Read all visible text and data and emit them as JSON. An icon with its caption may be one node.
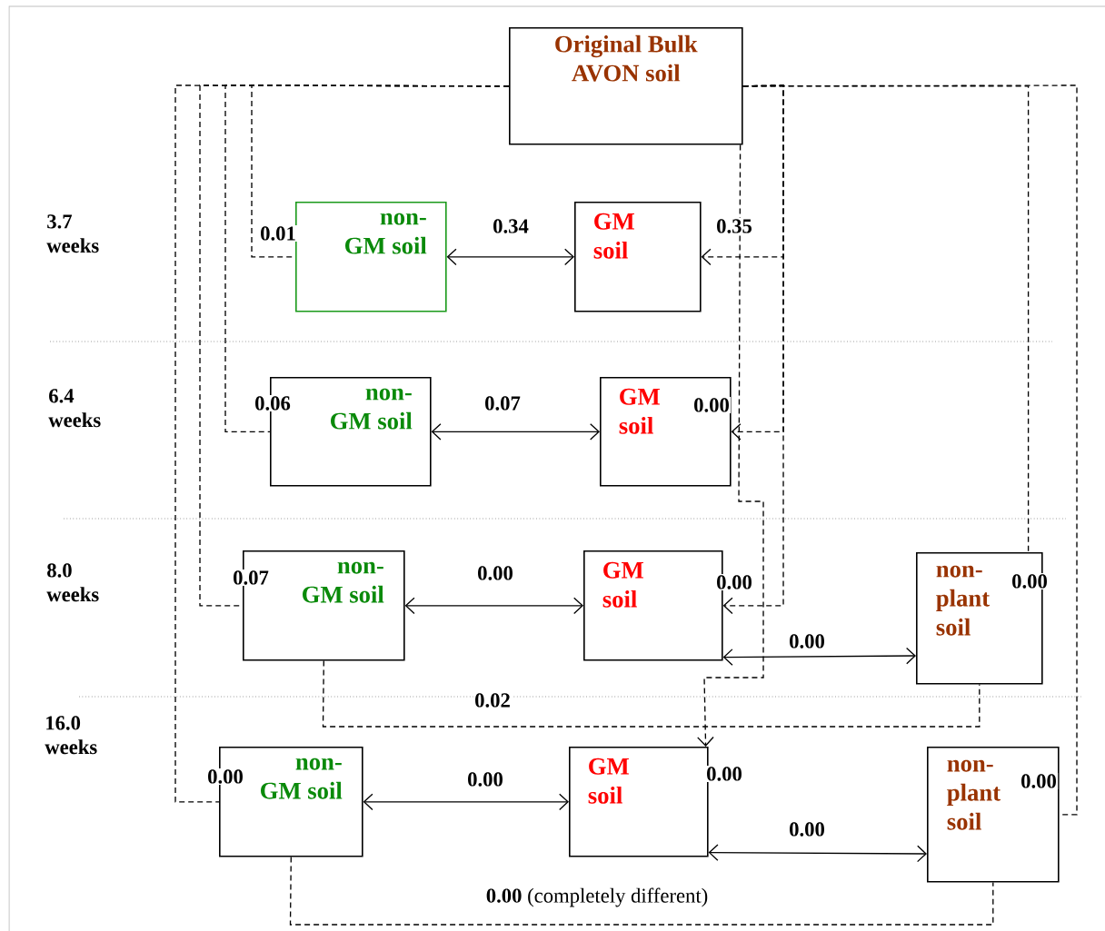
{
  "diagram": {
    "nodes": [
      {
        "text": [
          "Original Bulk AVON soil"
        ]
      },
      {
        "text": [
          "non- GM soil"
        ]
      },
      {
        "text": [
          "GM soil"
        ]
      },
      {
        "text": [
          "non- GM soil"
        ]
      },
      {
        "text": [
          "GM soil"
        ]
      },
      {
        "text": [
          "non- GM soil"
        ]
      },
      {
        "text": [
          "GM soil"
        ]
      },
      {
        "text": [
          "non- plant soil"
        ]
      },
      {
        "text": [
          "non- GM soil"
        ]
      },
      {
        "text": [
          "GM soil"
        ]
      },
      {
        "text": [
          "non- plant soil"
        ]
      }
    ],
    "edges": [
      {
        "from": 0,
        "to": 1,
        "arrow": "none",
        "style": "dashed",
        "label": "0.01"
      },
      {
        "from": 0,
        "to": 2,
        "arrow": "to",
        "style": "dashed",
        "label": "0.35"
      },
      {
        "from": 1,
        "to": 2,
        "arrow": "both",
        "label": "0.34"
      },
      {
        "from": 0,
        "to": 3,
        "arrow": "none",
        "style": "dashed",
        "label": "0.06"
      },
      {
        "from": 0,
        "to": 4,
        "arrow": "to",
        "style": "dashed",
        "label": "0.00"
      },
      {
        "from": 3,
        "to": 4,
        "arrow": "both",
        "label": "0.07"
      },
      {
        "from": 0,
        "to": 5,
        "arrow": "none",
        "style": "dashed",
        "label": "0.07"
      },
      {
        "from": 0,
        "to": 6,
        "arrow": "to",
        "style": "dashed",
        "label": "0.00"
      },
      {
        "from": 5,
        "to": 6,
        "arrow": "both",
        "label": "0.00"
      },
      {
        "from": 0,
        "to": 7,
        "arrow": "none",
        "style": "dashed",
        "label": "0.00"
      },
      {
        "from": 6,
        "to": 7,
        "arrow": "both",
        "label": "0.00"
      },
      {
        "from": 5,
        "to": 7,
        "arrow": "none",
        "style": "dashed",
        "label": "0.02"
      },
      {
        "from": 0,
        "to": 8,
        "arrow": "none",
        "style": "dashed",
        "label": "0.00"
      },
      {
        "from": 0,
        "to": 9,
        "arrow": "to",
        "style": "dashed",
        "label": "0.00"
      },
      {
        "from": 8,
        "to": 9,
        "arrow": "both",
        "label": "0.00"
      },
      {
        "from": 0,
        "to": 10,
        "arrow": "none",
        "style": "dashed",
        "label": "0.00"
      },
      {
        "from": 9,
        "to": 10,
        "arrow": "both",
        "label": "0.00"
      },
      {
        "from": 8,
        "to": 10,
        "arrow": "none",
        "style": "dashed",
        "label": "**0.00** (completely different)"
      }
    ],
    "labels": [
      "3.7 weeks",
      "6.4 weeks",
      "8.0 weeks",
      "16.0 weeks"
    ]
  }
}
